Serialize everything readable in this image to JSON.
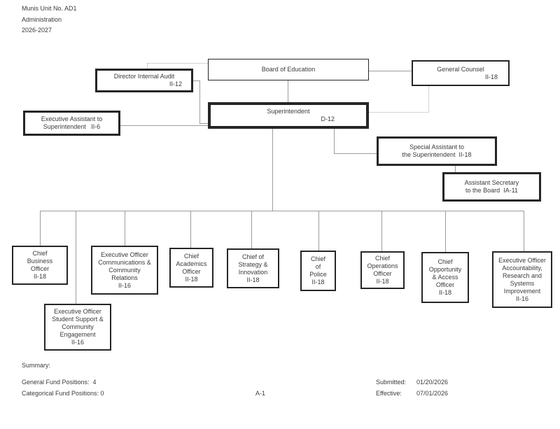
{
  "header": {
    "line1": "Munis Unit No. AD1",
    "line2": "Administration",
    "line3": "2026-2027"
  },
  "boxes": {
    "board": {
      "lines": [
        "Board of Education"
      ]
    },
    "director": {
      "lines": [
        "Director Internal Audit",
        "II-12"
      ]
    },
    "counsel": {
      "lines": [
        "General Counsel",
        "II-18"
      ]
    },
    "exec_assistant": {
      "lines": [
        "Executive Assistant to",
        "Superintendent   II-6"
      ]
    },
    "superintendent": {
      "lines": [
        "Superintendent",
        "D-12"
      ]
    },
    "special_assistant": {
      "lines": [
        "Special Assistant to",
        "the Superintendent  II-18"
      ]
    },
    "asst_secretary": {
      "lines": [
        "Assistant Secretary",
        "to the Board  IA-11"
      ]
    },
    "business": {
      "lines": [
        "Chief",
        "Business",
        "Officer",
        "II-18"
      ]
    },
    "student_support": {
      "lines": [
        "Executive Officer",
        "Student Support &",
        "Community",
        "Engagement",
        "II-16"
      ]
    },
    "communications": {
      "lines": [
        "Executive Officer",
        "Communications &",
        "Community",
        "Relations",
        "II-16"
      ]
    },
    "academics": {
      "lines": [
        "Chief",
        "Academics",
        "Officer",
        "II-18"
      ]
    },
    "strategy": {
      "lines": [
        "Chief of",
        "Strategy &",
        "Innovation",
        "II-18"
      ]
    },
    "police": {
      "lines": [
        "Chief",
        "of",
        "Police",
        "II-18"
      ]
    },
    "operations": {
      "lines": [
        "Chief",
        "Operations",
        "Officer",
        "II-18"
      ]
    },
    "opportunity": {
      "lines": [
        "Chief",
        "Opportunity",
        "& Access",
        "Officer",
        "II-18"
      ]
    },
    "accountability": {
      "lines": [
        "Executive Officer",
        "Accountability,",
        "Research and",
        "Systems",
        "Improvement",
        "II-16"
      ]
    }
  },
  "footer": {
    "summary_label": "Summary:",
    "general_fund": "General Fund Positions:  4",
    "categorical_fund": "Categorical Fund Positions: 0",
    "page_number": "A-1",
    "submitted_label": "Submitted:",
    "submitted_date": "01/20/2026",
    "effective_label": "Effective:",
    "effective_date": "07/01/2026"
  },
  "colors": {
    "box_border": "#262626",
    "connector": "#9d9d9d",
    "text": "#3b3b3b",
    "background": "#ffffff"
  }
}
